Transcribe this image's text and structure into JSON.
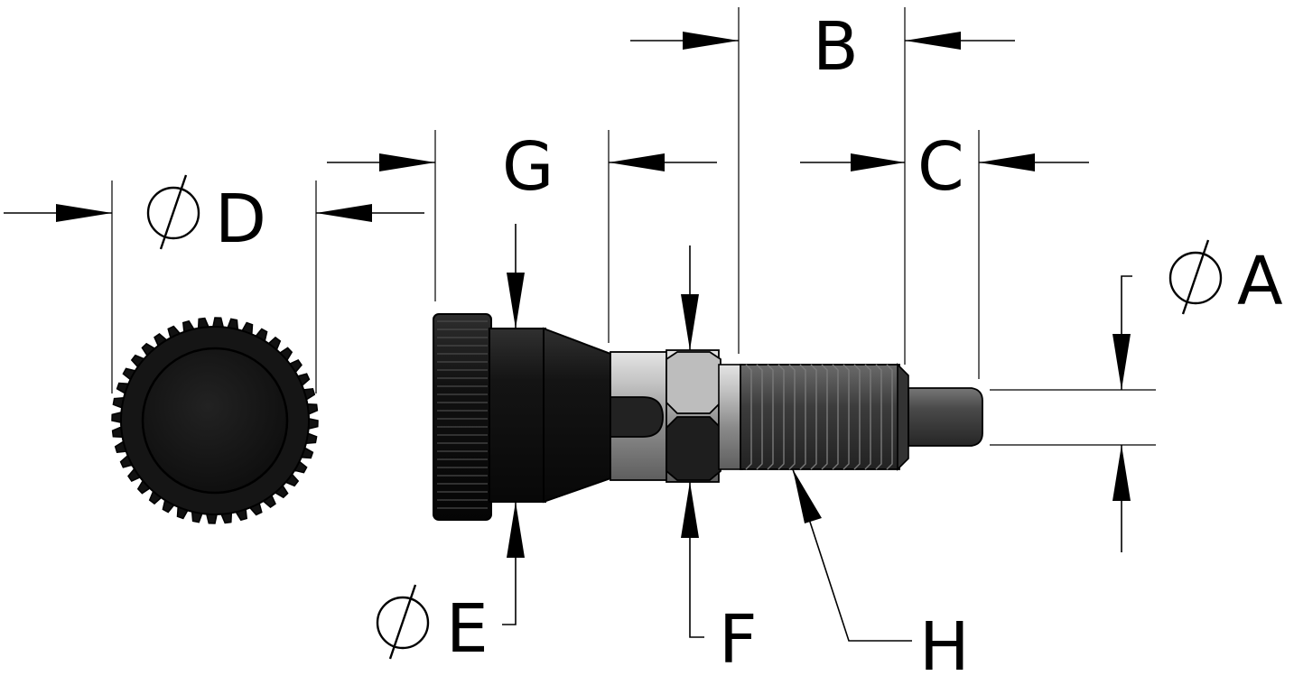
{
  "drawing": {
    "colors": {
      "ink": "#000000",
      "knob_dark": "#141414",
      "knob_mid": "#2a2a2a",
      "steel_light": "#c4c4c4",
      "steel_mid": "#9a9a9a",
      "steel_dark": "#5a5a5a",
      "thread_dark": "#3a3a3a"
    },
    "labels": {
      "A": "A",
      "B": "B",
      "C": "C",
      "D": "D",
      "E": "E",
      "F": "F",
      "G": "G",
      "H": "H"
    },
    "diameter_symbol": "⌀"
  }
}
